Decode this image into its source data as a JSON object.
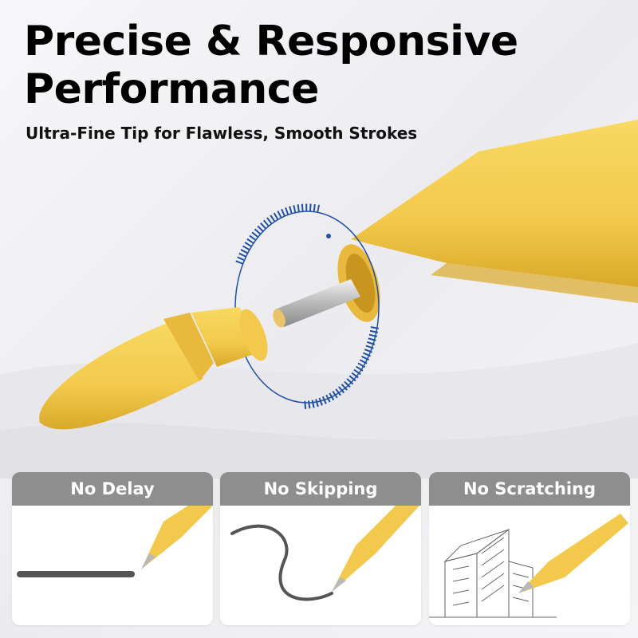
{
  "header": {
    "title_line1": "Precise & Responsive",
    "title_line2": "Performance",
    "subtitle": "Ultra-Fine Tip for Flawless, Smooth Strokes"
  },
  "cards": [
    {
      "label": "No Delay",
      "illustration": "straight-line-stroke"
    },
    {
      "label": "No Skipping",
      "illustration": "curved-stroke"
    },
    {
      "label": "No Scratching",
      "illustration": "building-sketch"
    }
  ],
  "colors": {
    "pencil_yellow": "#f2c94c",
    "pencil_shadow": "#d9a92a",
    "accent_blue": "#1f4fa3",
    "card_header": "#8e8e8e",
    "stroke": "#555555"
  },
  "icons": [
    "replaceable-tip-icon",
    "rotation-ring-icon",
    "metal-connector-icon"
  ]
}
